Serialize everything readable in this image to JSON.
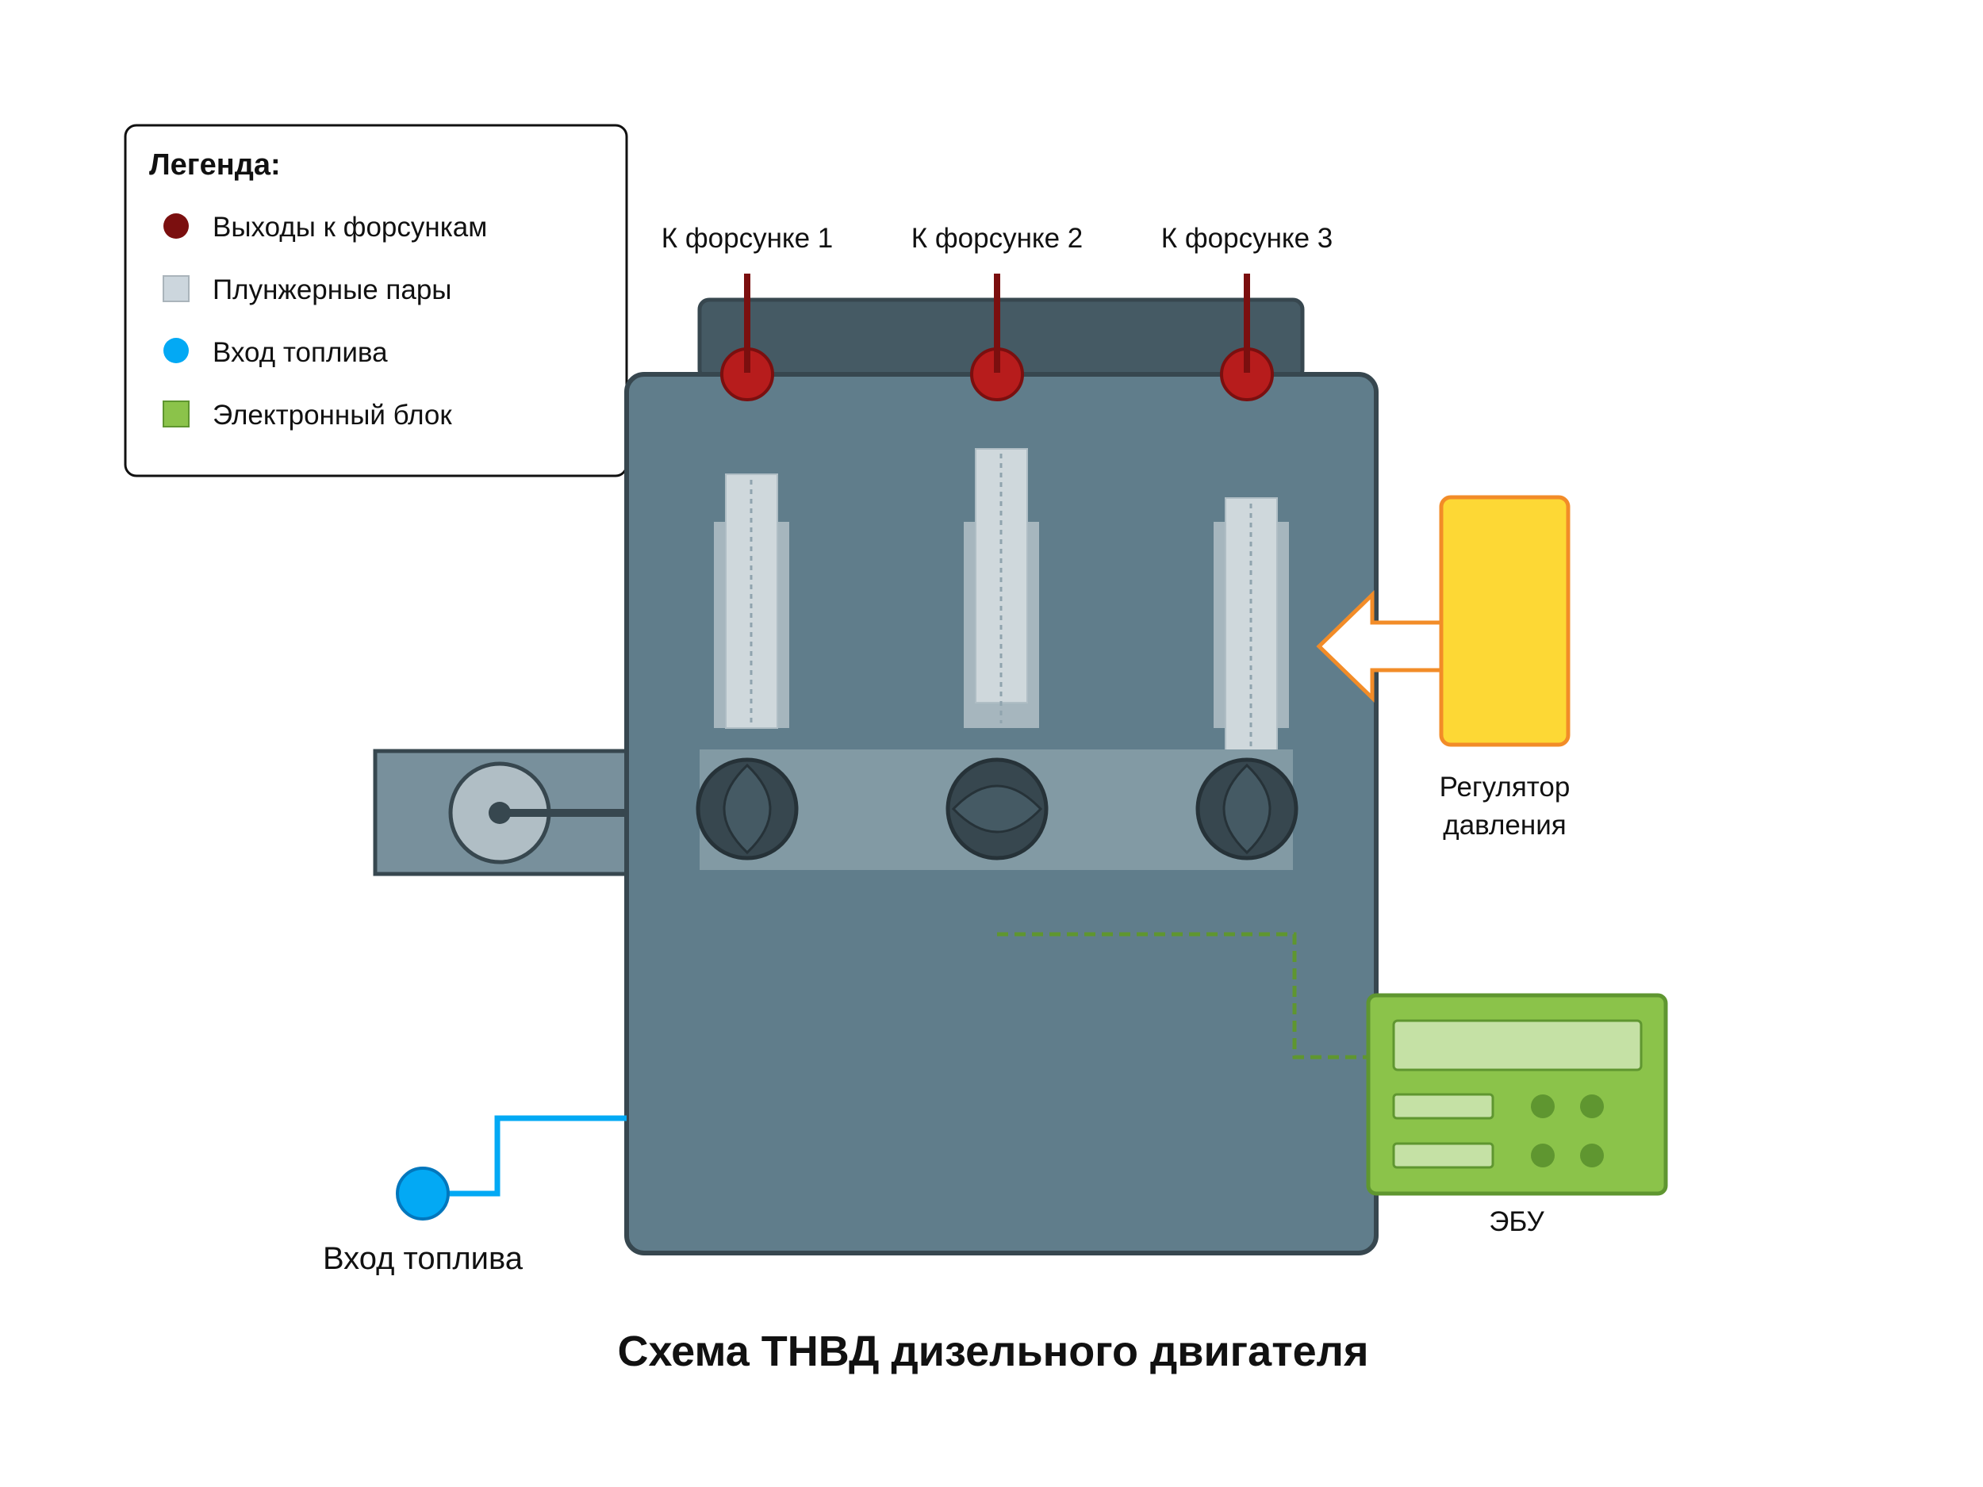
{
  "title": "Схема ТНВД дизельного двигателя",
  "legend": {
    "heading": "Легенда:",
    "items": [
      {
        "label": "Выходы к форсункам",
        "color": "#7b0f0f",
        "shape": "circle"
      },
      {
        "label": "Плунжерные пары",
        "color": "#ccd6dd",
        "shape": "square"
      },
      {
        "label": "Вход топлива",
        "color": "#03a9f4",
        "shape": "circle"
      },
      {
        "label": "Электронный блок",
        "color": "#8bc34a",
        "shape": "square"
      }
    ]
  },
  "outlets": [
    {
      "label": "К форсунке 1"
    },
    {
      "label": "К форсунке 2"
    },
    {
      "label": "К форсунке 3"
    }
  ],
  "regulator_label": [
    "Регулятор",
    "давления"
  ],
  "ecu_label": "ЭБУ",
  "fuel_inlet_label": "Вход топлива",
  "colors": {
    "pump_body": "#607d8b",
    "pump_outline": "#37474f",
    "head": "#455a64",
    "outlet": "#b71c1c",
    "outlet_line": "#7b0f0f",
    "plunger": "#cfd8dc",
    "cam_bar": "#829aa4",
    "cam": "#37474f",
    "regulator_fill": "#fdd835",
    "regulator_stroke": "#f28c28",
    "ecu_fill": "#8bc34a",
    "ecu_stroke": "#5f9630",
    "fuel": "#03a9f4"
  }
}
